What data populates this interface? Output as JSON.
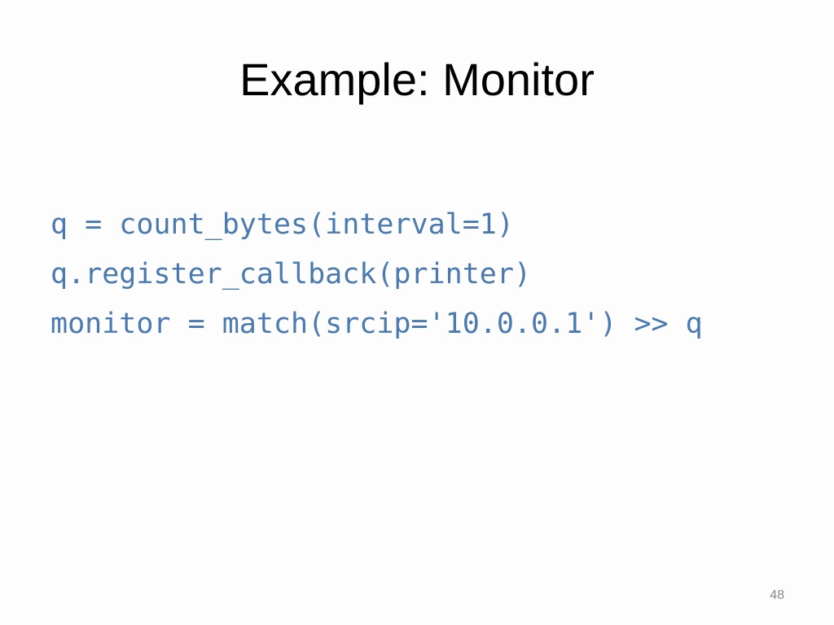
{
  "slide": {
    "title": "Example: Monitor",
    "code_lines": [
      "q = count_bytes(interval=1)",
      "q.register_callback(printer)",
      "monitor = match(srcip='10.0.0.1') >> q"
    ],
    "page_number": "48"
  },
  "colors": {
    "background": "#fdfdfd",
    "title": "#000000",
    "code": "#4a7ab0",
    "page_number": "#8a8a8a"
  }
}
